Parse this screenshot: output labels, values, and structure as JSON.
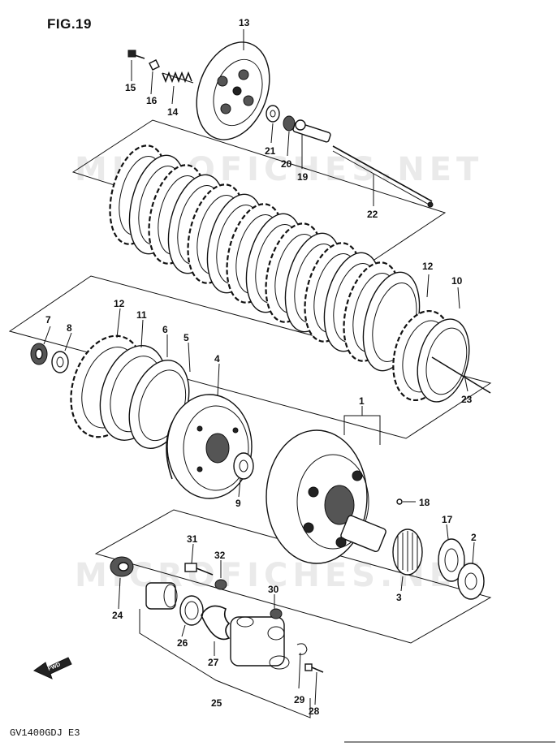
{
  "figure": {
    "title": "FIG.19",
    "model_code": "GV1400GDJ  E3"
  },
  "watermarks": [
    "MICROFICHES.NET",
    "MICROFICHES.NET"
  ],
  "arrow_label": "FWD",
  "callouts": {
    "c1": "1",
    "c2": "2",
    "c3": "3",
    "c4": "4",
    "c5": "5",
    "c6": "6",
    "c7": "7",
    "c8": "8",
    "c9": "9",
    "c10": "10",
    "c11": "11",
    "c12a": "12",
    "c12b": "12",
    "c13": "13",
    "c14": "14",
    "c15": "15",
    "c16": "16",
    "c17": "17",
    "c18": "18",
    "c19": "19",
    "c20": "20",
    "c21": "21",
    "c22": "22",
    "c23": "23",
    "c24": "24",
    "c25": "25",
    "c26": "26",
    "c27": "27",
    "c28": "28",
    "c29": "29",
    "c30": "30",
    "c31": "31",
    "c32": "32"
  }
}
